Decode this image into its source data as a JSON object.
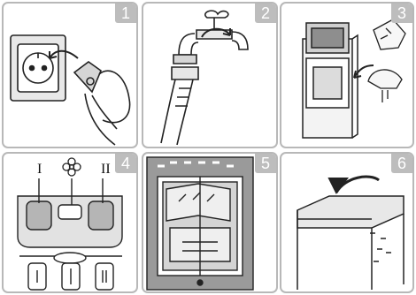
{
  "steps": [
    {
      "number": "1",
      "label_marks": []
    },
    {
      "number": "2",
      "label_marks": []
    },
    {
      "number": "3",
      "label_marks": []
    },
    {
      "number": "4",
      "label_marks": [
        "I",
        "II"
      ]
    },
    {
      "number": "5",
      "label_marks": []
    },
    {
      "number": "6",
      "label_marks": []
    }
  ],
  "colors": {
    "badge": "#bdbdbd",
    "border": "#b8b8b8",
    "line": "#222222",
    "fill": "#d6d6d6"
  },
  "icons": [
    "power-socket-icon",
    "plug-icon",
    "tap-icon",
    "hose-icon",
    "washer-icon",
    "accessory-bag-icon",
    "flower-icon",
    "drum-icon",
    "lid-icon",
    "arrow-icon"
  ]
}
